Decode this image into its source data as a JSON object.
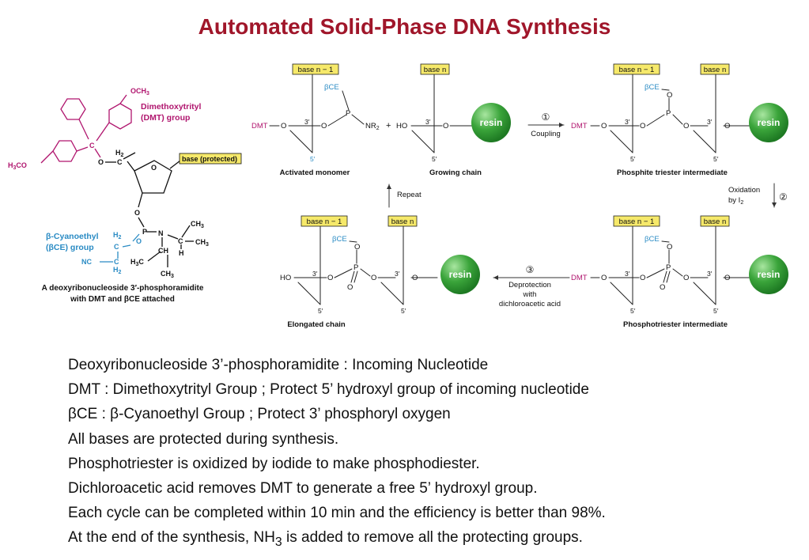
{
  "title": "Automated Solid-Phase DNA Synthesis",
  "colors": {
    "title": "#a0162a",
    "dmt": "#b0156e",
    "bce": "#2a8bc4",
    "resin": "#3aa43a",
    "base_box": "#f6e96a"
  },
  "structure": {
    "och3": "OCH",
    "och3_sub": "3",
    "h3co": "H",
    "h3co_sub": "3",
    "h3co_tail": "CO",
    "dmt_label_1": "Dimethoxytrityl",
    "dmt_label_2": "(DMT) group",
    "c": "C",
    "o": "O",
    "h2": "H",
    "h2_sub": "2",
    "base_protected": "base (protected)",
    "p": "P",
    "n": "N",
    "ch3": "CH",
    "ch3_sub": "3",
    "h": "H",
    "ch": "CH",
    "h3c": "H",
    "h3c_tail": "C",
    "bce_label_1": "β-Cyanoethyl",
    "bce_label_2": "(βCE) group",
    "nc": "NC",
    "caption_1": "A deoxyribonucleoside 3′-phosphoramidite",
    "caption_2": "with DMT and βCE attached"
  },
  "scheme": {
    "base_n_minus_1": "base n − 1",
    "base_n": "base n",
    "bce": "βCE",
    "dmt": "DMT",
    "o": "O",
    "p": "P",
    "nr2": "NR",
    "nr2_sub": "2",
    "plus": "+",
    "ho": "HO",
    "three_prime": "3′",
    "five_prime": "5′",
    "resin": "resin",
    "activated_monomer": "Activated monomer",
    "growing_chain": "Growing chain",
    "phosphite_triester": "Phosphite triester intermediate",
    "phosphotriester": "Phosphotriester intermediate",
    "elongated_chain": "Elongated chain",
    "step1_num": "①",
    "step1_label": "Coupling",
    "step2_num": "②",
    "step2_label_1": "Oxidation",
    "step2_label_2": "by I",
    "step2_sub": "2",
    "step3_num": "③",
    "step3_label_1": "Deprotection",
    "step3_label_2": "with",
    "step3_label_3": "dichloroacetic acid",
    "repeat": "Repeat"
  },
  "bullets": [
    {
      "text": "Deoxyribonucleoside 3’-phosphoramidite : Incoming Nucleotide"
    },
    {
      "text": "DMT : Dimethoxytrityl Group ; Protect 5’ hydroxyl group of incoming nucleotide"
    },
    {
      "text": "βCE : β-Cyanoethyl Group ; Protect 3’ phosphoryl oxygen"
    },
    {
      "text": "All bases are protected during synthesis."
    },
    {
      "text": "Phosphotriester is oxidized by iodide to make phosphodiester."
    },
    {
      "text": "Dichloroacetic acid removes DMT to generate a free 5’ hydroxyl group."
    },
    {
      "text": "Each cycle can be completed within 10 min and the efficiency is better than 98%."
    },
    {
      "text_pre": "At the end of the synthesis, NH",
      "sub": "3",
      "text_post": " is added to remove all the protecting groups."
    }
  ]
}
